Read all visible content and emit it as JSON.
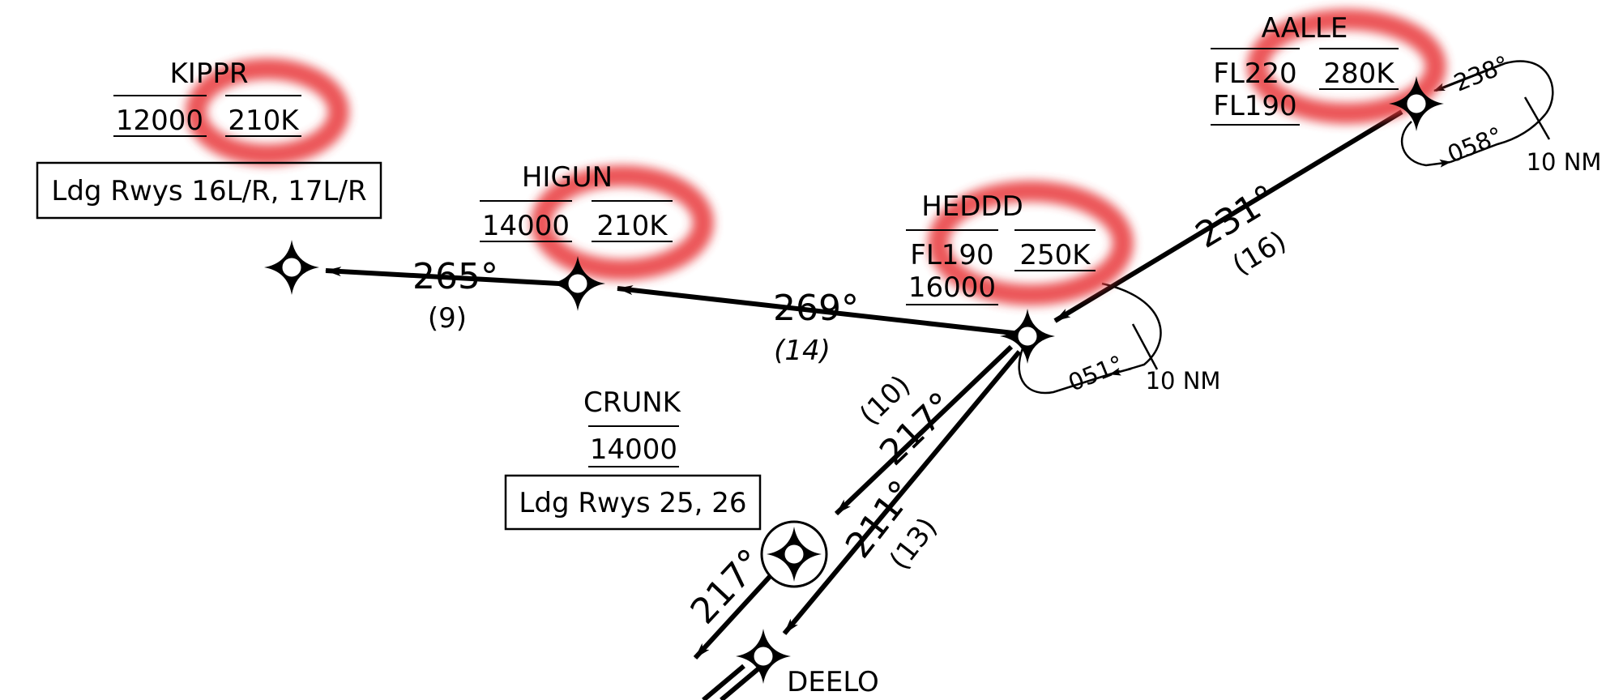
{
  "waypoints": {
    "kippr": {
      "name": "KIPPR",
      "altitude": "12000",
      "speed": "210K",
      "note": "Ldg Rwys 16L/R, 17L/R"
    },
    "higun": {
      "name": "HIGUN",
      "altitude": "14000",
      "speed": "210K"
    },
    "heddd": {
      "name": "HEDDD",
      "altitude_top": "FL190",
      "altitude_bottom": "16000",
      "speed": "250K"
    },
    "aalle": {
      "name": "AALLE",
      "altitude_top": "FL220",
      "altitude_bottom": "FL190",
      "speed": "280K"
    },
    "crunk": {
      "name": "CRUNK",
      "altitude": "14000",
      "note": "Ldg Rwys 25, 26"
    },
    "deelo": {
      "name": "DEELO"
    }
  },
  "legs": {
    "higun_to_kippr": {
      "course": "265°",
      "distance": "(9)"
    },
    "heddd_to_higun": {
      "course": "269°",
      "distance": "(14)"
    },
    "aalle_to_heddd": {
      "course": "231°",
      "distance": "(16)"
    },
    "heddd_to_crunk": {
      "course": "217°",
      "distance": "(10)"
    },
    "heddd_to_deelo": {
      "course": "211°",
      "distance": "(13)"
    },
    "crunk_outbound": {
      "course": "217°"
    }
  },
  "holds": {
    "aalle": {
      "inbound": "238°",
      "outbound": "058°",
      "leg": "10 NM"
    },
    "heddd": {
      "outbound": "051°",
      "leg": "10 NM"
    }
  },
  "colors": {
    "highlight": "#e8383a",
    "ink": "#000000"
  }
}
